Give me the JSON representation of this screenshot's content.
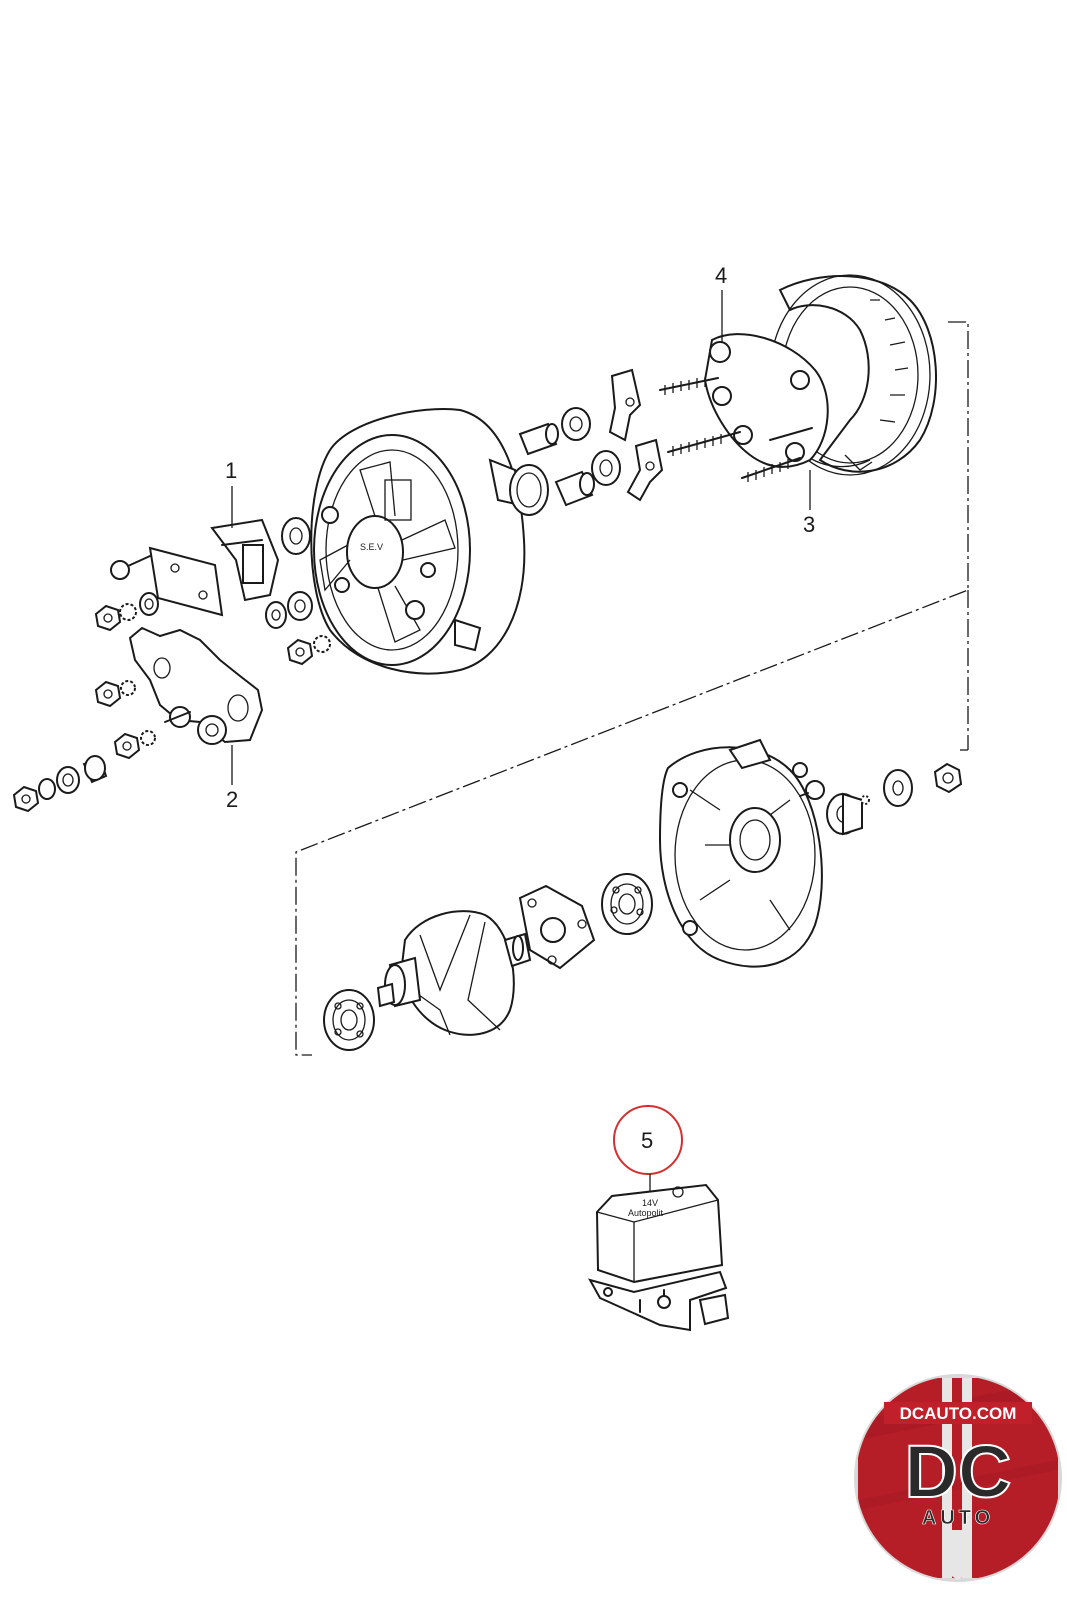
{
  "callouts": {
    "c1": "1",
    "c2": "2",
    "c3": "3",
    "c4": "4",
    "c5": "5"
  },
  "regulator_text": {
    "line1": "14V",
    "line2": "Autopolit"
  },
  "logo": {
    "domain": "DCAUTO.COM",
    "mark": "DC",
    "sub": "AUTO",
    "colors": {
      "red": "#c0202a",
      "dark": "#2a2a2a",
      "ring": "#d8d8d8"
    }
  },
  "colors": {
    "highlight": "#d32f2f",
    "line": "#1a1a1a"
  }
}
